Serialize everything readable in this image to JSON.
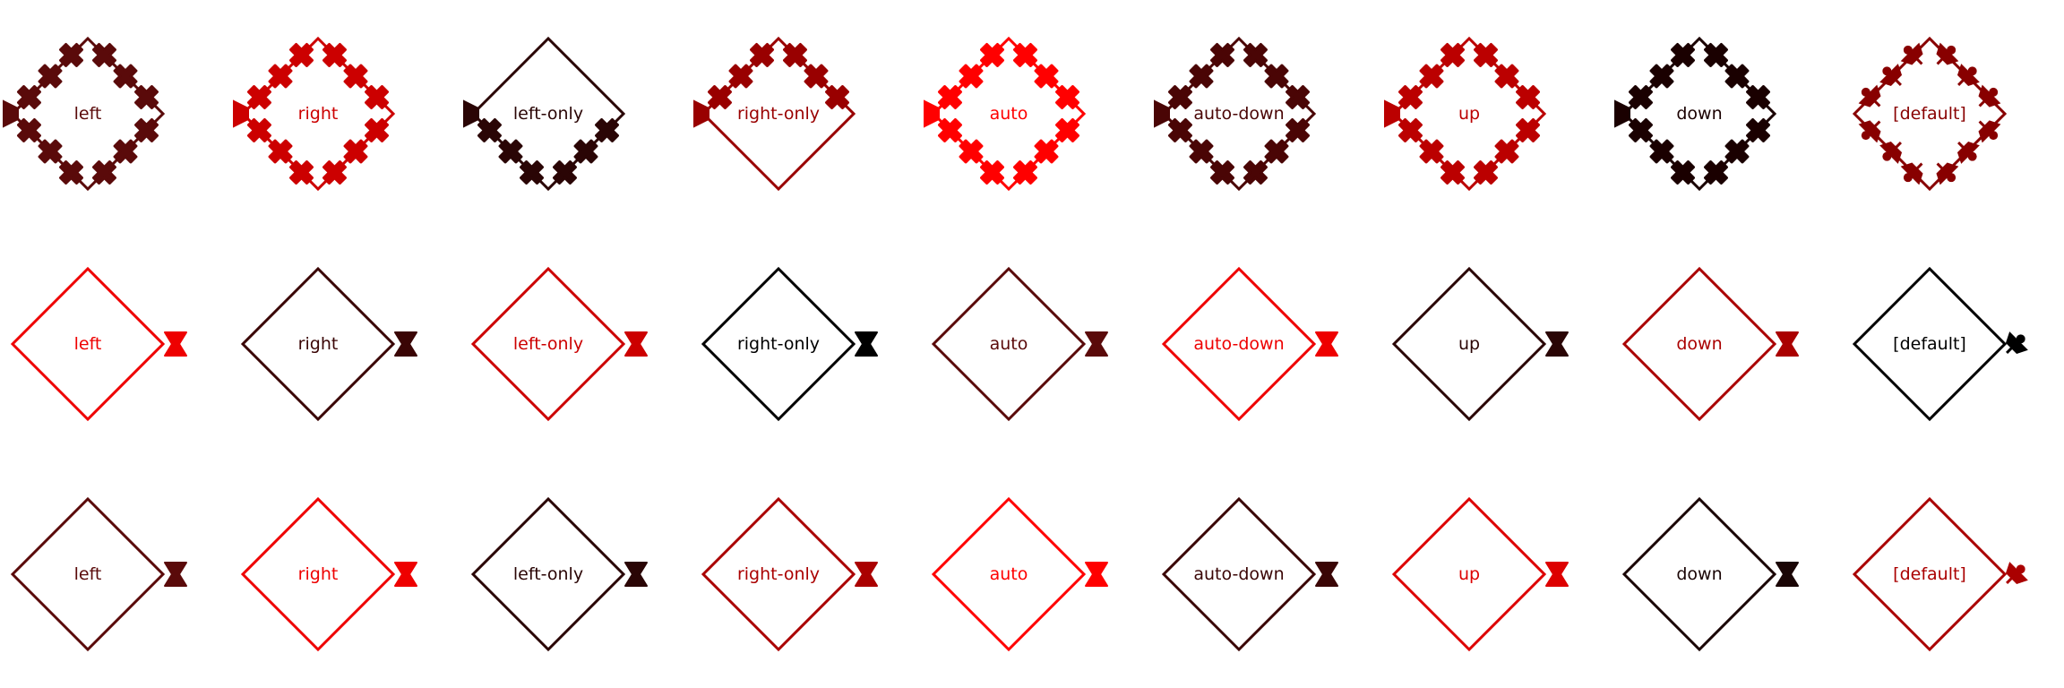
{
  "rows": [
    {
      "style": "decorated-path",
      "cells": [
        {
          "label": "left",
          "color": "#5a0a0a",
          "marker": "cross",
          "side": "all",
          "end_marker": "tab"
        },
        {
          "label": "right",
          "color": "#cc0000",
          "marker": "cross",
          "side": "all",
          "end_marker": "tab"
        },
        {
          "label": "left-only",
          "color": "#2a0505",
          "marker": "cross",
          "side": "left",
          "end_marker": "tab"
        },
        {
          "label": "right-only",
          "color": "#990000",
          "marker": "cross",
          "side": "right",
          "end_marker": "tab"
        },
        {
          "label": "auto",
          "color": "#ff0000",
          "marker": "cross",
          "side": "all",
          "end_marker": "tab"
        },
        {
          "label": "auto-down",
          "color": "#4a0505",
          "marker": "cross",
          "side": "all",
          "end_marker": "tab"
        },
        {
          "label": "up",
          "color": "#bb0000",
          "marker": "cross",
          "side": "all",
          "end_marker": "tab"
        },
        {
          "label": "down",
          "color": "#1a0000",
          "marker": "cross",
          "side": "all",
          "end_marker": "tab"
        },
        {
          "label": "[default]",
          "color": "#880000",
          "marker": "pin",
          "side": "all",
          "end_marker": "none"
        }
      ]
    },
    {
      "style": "end-marker",
      "cells": [
        {
          "label": "left",
          "color": "#ee0000",
          "end_marker": "bowtie"
        },
        {
          "label": "right",
          "color": "#3a0505",
          "end_marker": "bowtie"
        },
        {
          "label": "left-only",
          "color": "#cc0000",
          "end_marker": "bowtie"
        },
        {
          "label": "right-only",
          "color": "#000000",
          "end_marker": "bowtie"
        },
        {
          "label": "auto",
          "color": "#5a0a0a",
          "end_marker": "bowtie"
        },
        {
          "label": "auto-down",
          "color": "#ee0000",
          "end_marker": "bowtie"
        },
        {
          "label": "up",
          "color": "#2a0505",
          "end_marker": "bowtie"
        },
        {
          "label": "down",
          "color": "#aa0000",
          "end_marker": "bowtie"
        },
        {
          "label": "[default]",
          "color": "#000000",
          "end_marker": "pin"
        }
      ]
    },
    {
      "style": "end-marker",
      "cells": [
        {
          "label": "left",
          "color": "#5a0a0a",
          "end_marker": "bowtie"
        },
        {
          "label": "right",
          "color": "#ee0000",
          "end_marker": "bowtie"
        },
        {
          "label": "left-only",
          "color": "#2a0505",
          "end_marker": "bowtie"
        },
        {
          "label": "right-only",
          "color": "#aa0000",
          "end_marker": "bowtie"
        },
        {
          "label": "auto",
          "color": "#ff0000",
          "end_marker": "bowtie"
        },
        {
          "label": "auto-down",
          "color": "#3a0505",
          "end_marker": "bowtie"
        },
        {
          "label": "up",
          "color": "#dd0000",
          "end_marker": "bowtie"
        },
        {
          "label": "down",
          "color": "#1a0505",
          "end_marker": "bowtie"
        },
        {
          "label": "[default]",
          "color": "#aa0000",
          "end_marker": "pin"
        }
      ]
    }
  ]
}
